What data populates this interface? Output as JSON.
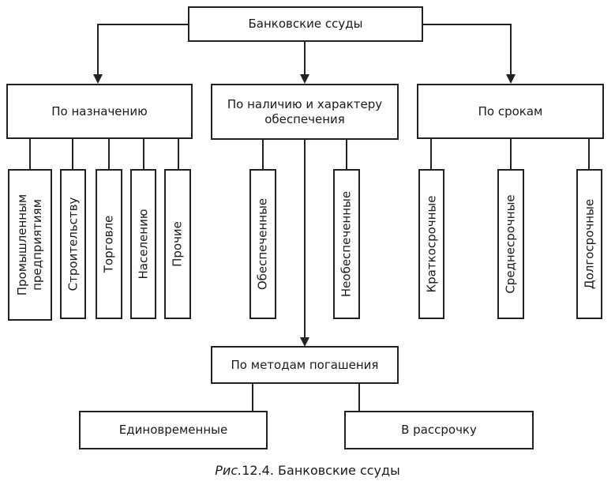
{
  "root": "Банковские ссуды",
  "categories": {
    "purpose": "По назначению",
    "security": "По наличию и характеру\nобеспечения",
    "terms": "По срокам",
    "repayment": "По методам погашения"
  },
  "purpose_items": {
    "industry": "Промышленным\nпредприятиям",
    "construction": "Строительству",
    "trade": "Торговле",
    "population": "Населению",
    "other": "Прочие"
  },
  "security_items": {
    "secured": "Обеспеченные",
    "unsecured": "Необеспеченные"
  },
  "terms_items": {
    "short": "Краткосрочные",
    "medium": "Среднесрочные",
    "long": "Долгосрочные"
  },
  "repayment_items": {
    "lump": "Единовременные",
    "installment": "В рассрочку"
  },
  "caption": {
    "figure": "Рис.",
    "number": "12.4.",
    "title": "Банковские ссуды"
  }
}
